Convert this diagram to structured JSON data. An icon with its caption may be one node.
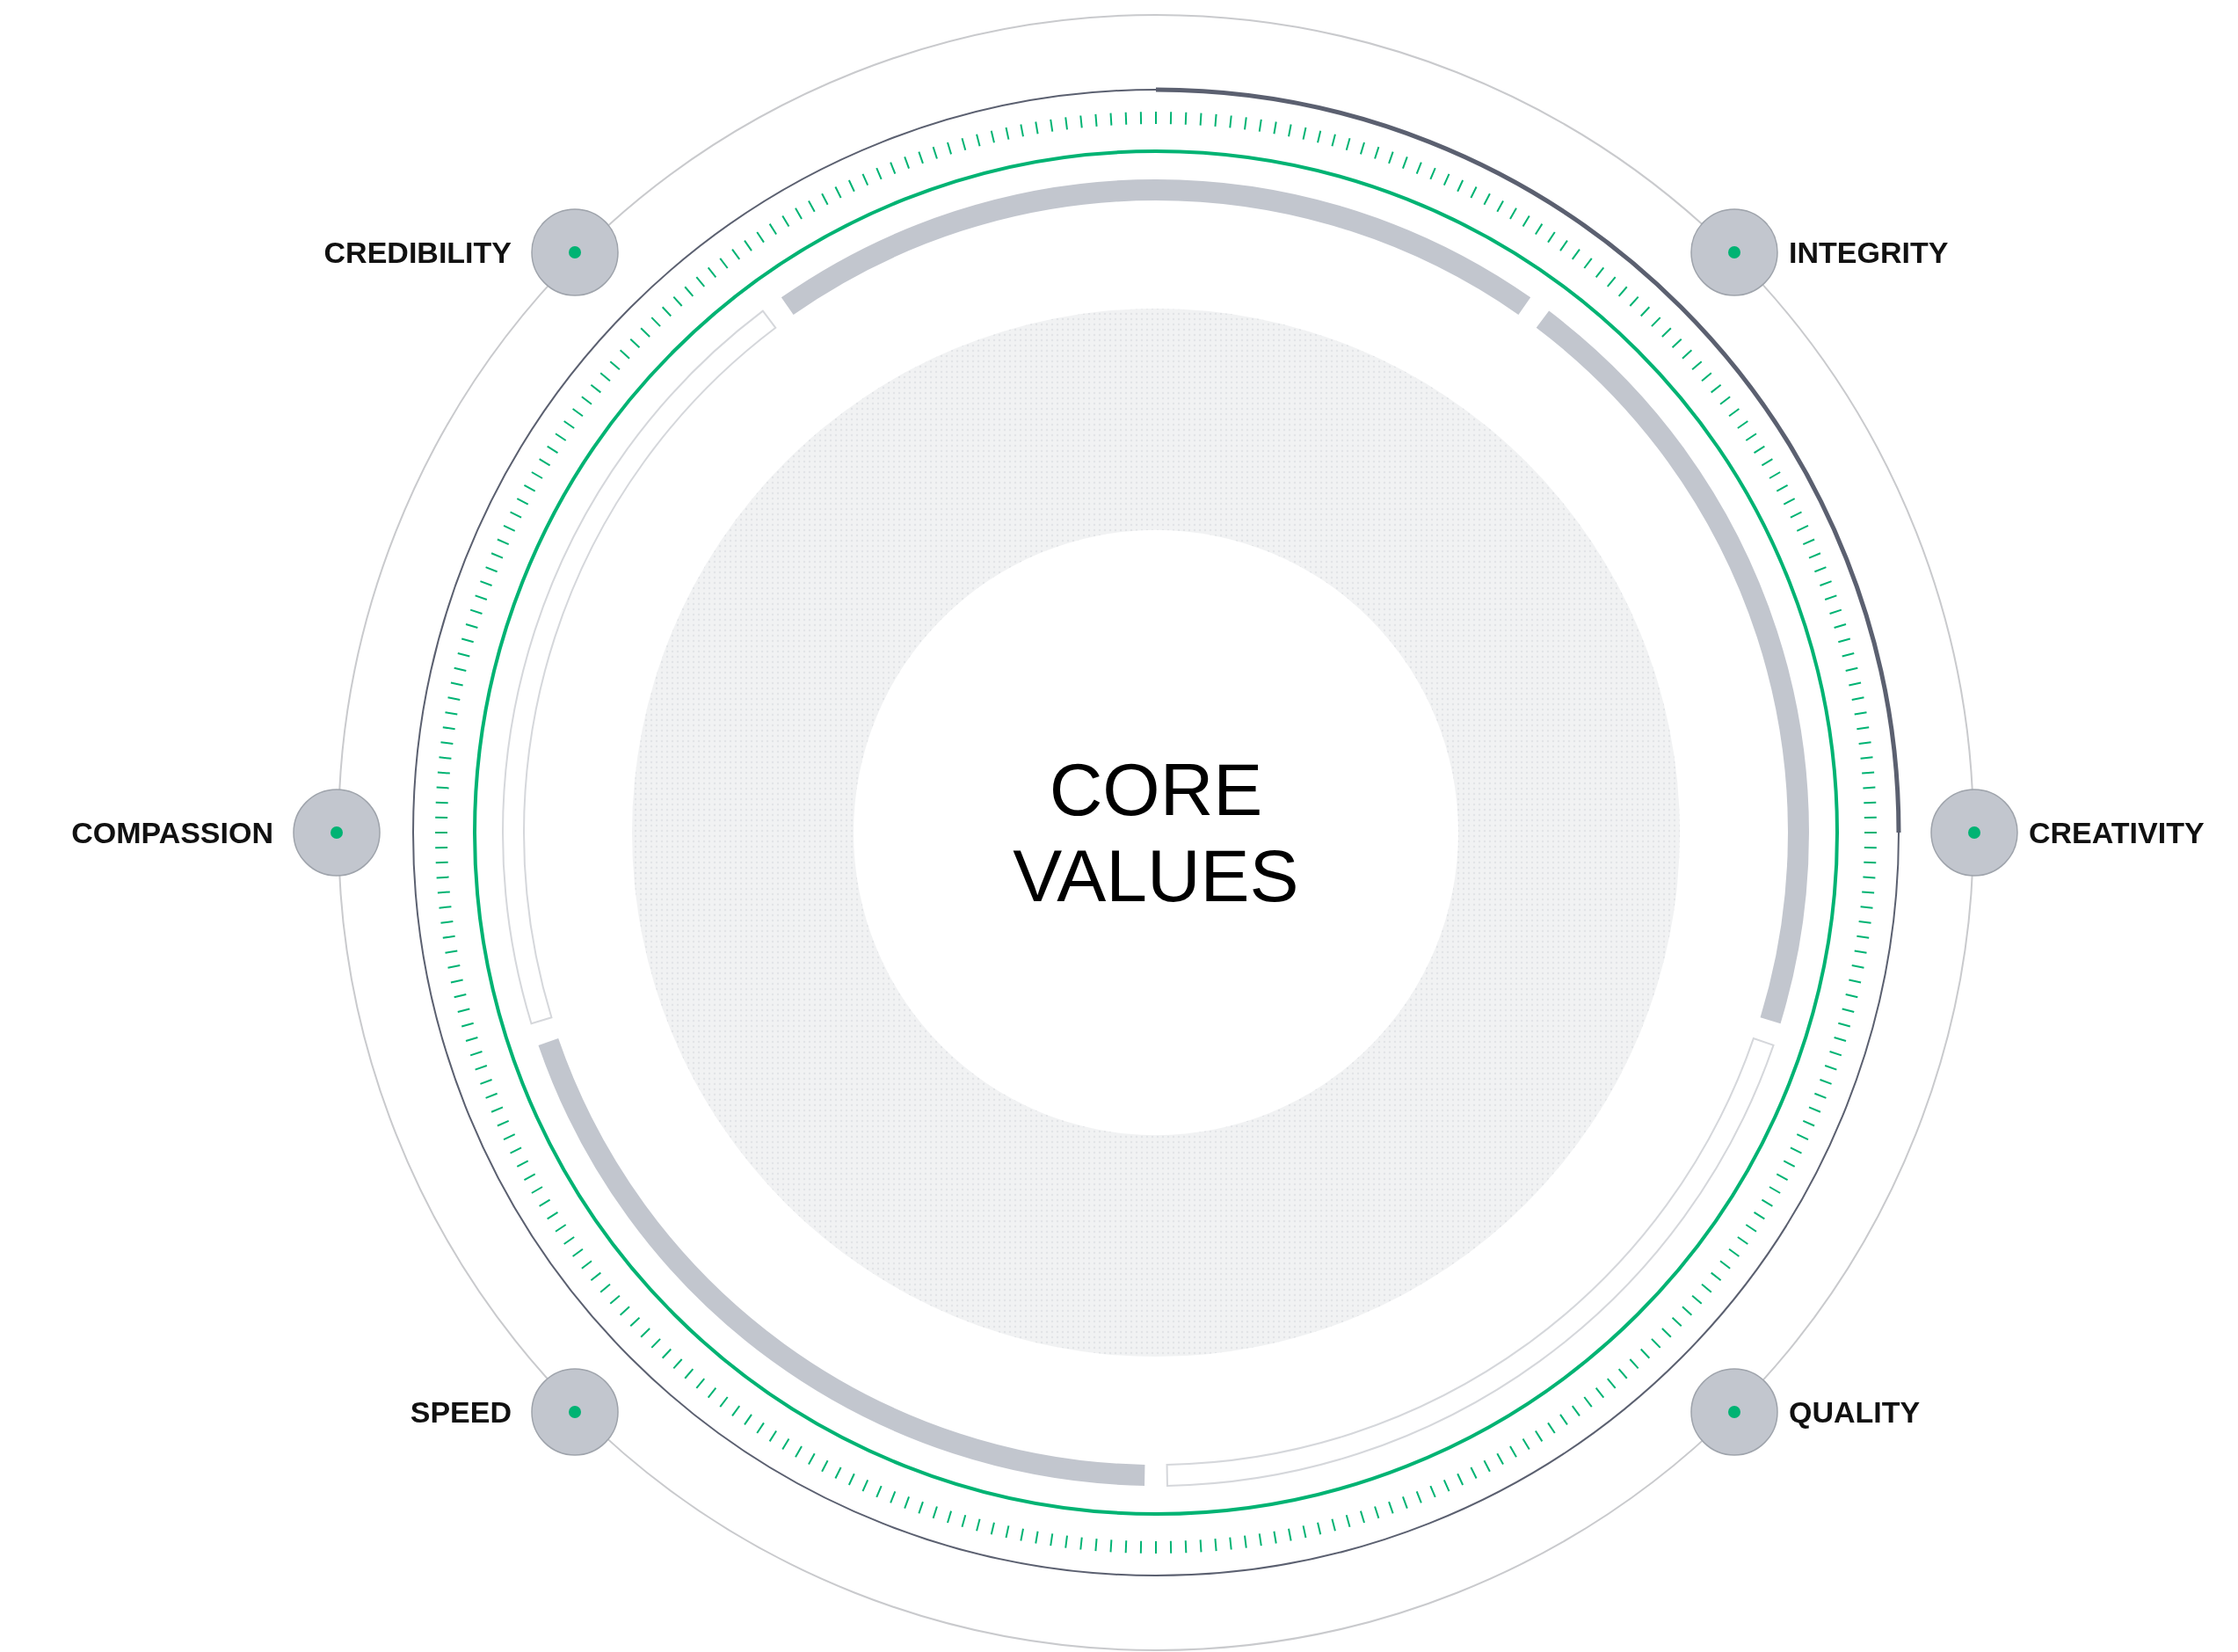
{
  "diagram": {
    "nodes": [
      {
        "text": [
          "CORE VALUES"
        ]
      },
      {
        "text": [
          "CREDIBILITY"
        ]
      },
      {
        "text": [
          "INTEGRITY"
        ]
      },
      {
        "text": [
          "COMPASSION"
        ]
      },
      {
        "text": [
          "CREATIVITY"
        ]
      },
      {
        "text": [
          "SPEED"
        ]
      },
      {
        "text": [
          "QUALITY"
        ]
      }
    ]
  }
}
